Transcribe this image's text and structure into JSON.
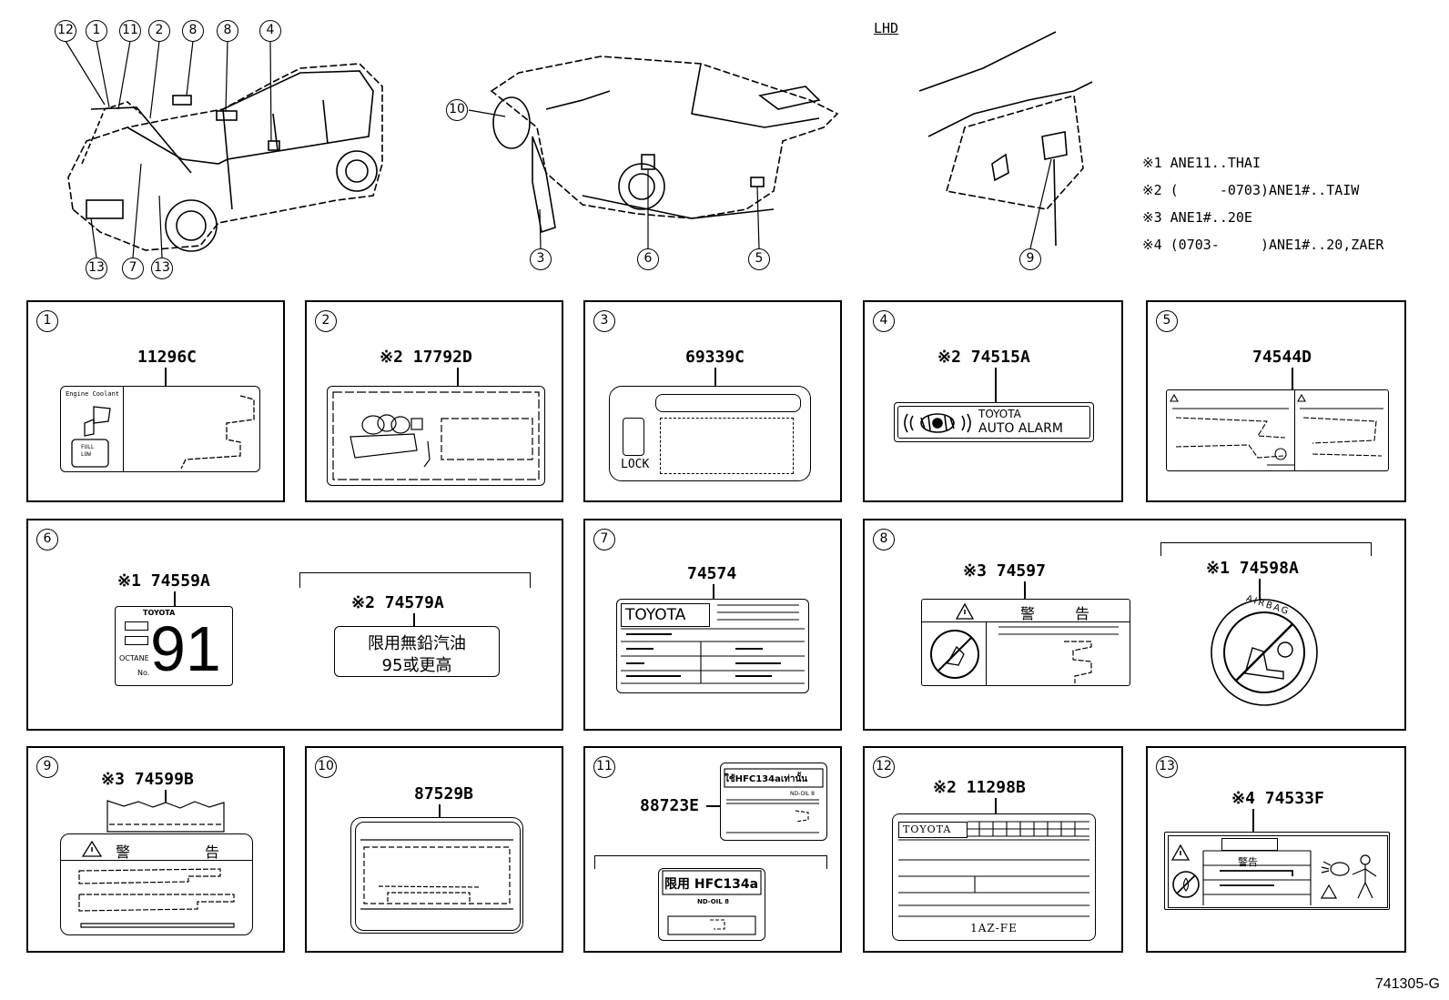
{
  "header": {
    "lhd_label": "LHD",
    "notes": [
      "※1 ANE11..THAI",
      "※2 (     -0703)ANE1#..TAIW",
      "※3 ANE1#..20E",
      "※4 (0703-     )ANE1#..20,ZAER"
    ]
  },
  "callouts": {
    "c1": "1",
    "c2": "2",
    "c3": "3",
    "c4": "4",
    "c5": "5",
    "c6": "6",
    "c7": "7",
    "c8": "8",
    "c9": "9",
    "c10": "10",
    "c11": "11",
    "c12": "12",
    "c13": "13"
  },
  "panels": {
    "p1": {
      "num": "1",
      "part": "11296C",
      "label_heading": "Engine Coolant",
      "label_full": "FULL",
      "label_low": "LOW"
    },
    "p2": {
      "num": "2",
      "part": "※2 17792D"
    },
    "p3": {
      "num": "3",
      "part": "69339C",
      "label_lock": "LOCK"
    },
    "p4": {
      "num": "4",
      "part": "※2 74515A",
      "label_line1": "TOYOTA",
      "label_line2": "AUTO ALARM"
    },
    "p5": {
      "num": "5",
      "part": "74544D"
    },
    "p6": {
      "num": "6",
      "part_a": "※1 74559A",
      "part_b": "※2 74579A",
      "label_brand": "TOYOTA",
      "label_octane": "OCTANE",
      "label_no": "No.",
      "label_big": "91",
      "label_cn1": "限用無鉛汽油",
      "label_cn2": "95或更高"
    },
    "p7": {
      "num": "7",
      "part": "74574",
      "label_brand": "TOYOTA"
    },
    "p8": {
      "num": "8",
      "part_a": "※3 74597",
      "part_b": "※1 74598A",
      "label_warn1": "警",
      "label_warn2": "告",
      "label_airbag": "AIRBAG"
    },
    "p9": {
      "num": "9",
      "part": "※3 74599B",
      "label_warn1": "警",
      "label_warn2": "告"
    },
    "p10": {
      "num": "10",
      "part": "87529B"
    },
    "p11": {
      "num": "11",
      "part": "88723E",
      "label_top": "ใช้HFC134aเท่านั้น",
      "label_top_sub": "ND-OIL 8",
      "label_bottom": "限用 HFC134a",
      "label_bottom_sub": "ND-OIL 8"
    },
    "p12": {
      "num": "12",
      "part": "※2 11298B",
      "label_brand": "TOYOTA",
      "label_engine": "1AZ-FE"
    },
    "p13": {
      "num": "13",
      "part": "※4 74533F",
      "label_warn": "警告"
    }
  },
  "footer": {
    "code": "741305-G"
  }
}
